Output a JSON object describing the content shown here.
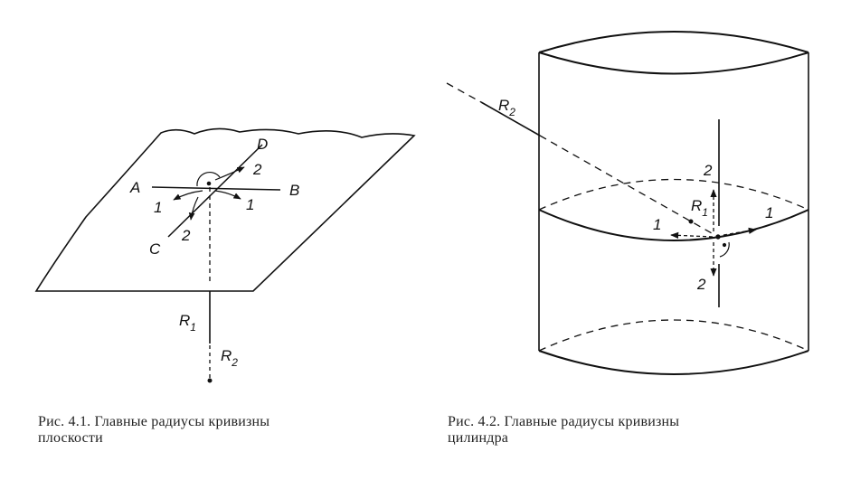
{
  "figure1": {
    "points": {
      "A": "A",
      "B": "B",
      "C": "C",
      "D": "D"
    },
    "direction_labels": [
      "1",
      "1",
      "2",
      "2"
    ],
    "radii": {
      "r": "R",
      "r1_sub": "1",
      "r2_sub": "2"
    },
    "caption_line1": "Рис. 4.1. Главные радиусы кривизны",
    "caption_line2": "плоскости"
  },
  "figure2": {
    "direction_labels": [
      "1",
      "1",
      "2",
      "2"
    ],
    "radii": {
      "r": "R",
      "r1_sub": "1",
      "r2_sub": "2"
    },
    "caption_line1": "Рис. 4.2. Главные радиусы кривизны",
    "caption_line2": "цилиндра"
  }
}
